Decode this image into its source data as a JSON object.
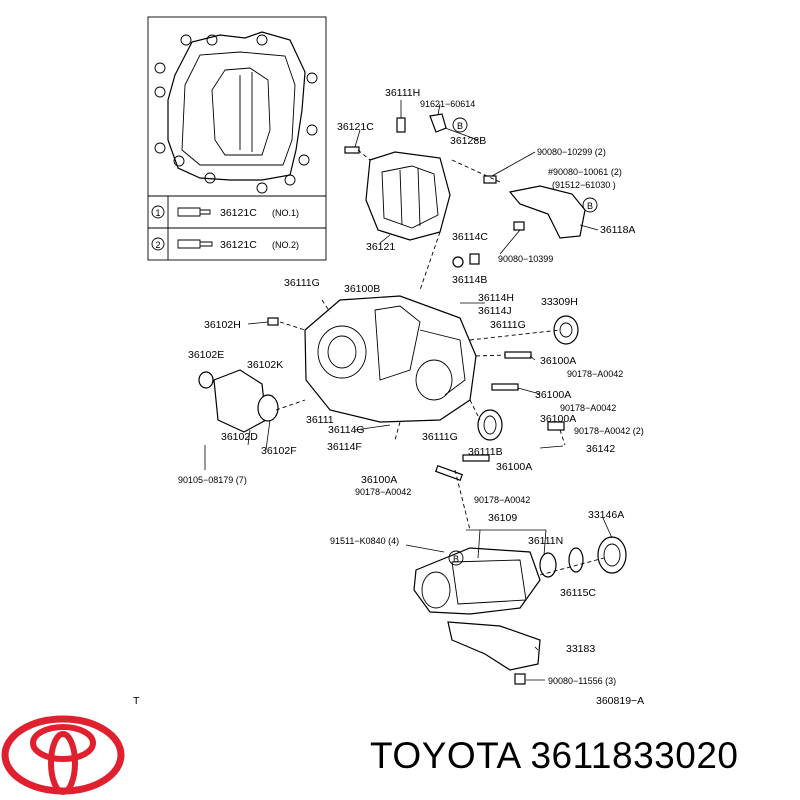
{
  "inset": {
    "legend": [
      {
        "mark": "1",
        "part": "36121C",
        "note": "(NO.1)"
      },
      {
        "mark": "2",
        "part": "36121C",
        "note": "(NO.2)"
      }
    ]
  },
  "labels": [
    {
      "id": "36111H",
      "text": "36111H"
    },
    {
      "id": "91621-60614",
      "text": "91621−60614"
    },
    {
      "id": "36121C",
      "text": "36121C"
    },
    {
      "id": "36128B",
      "text": "36128B"
    },
    {
      "id": "90080-10299",
      "text": "90080−10299 (2)"
    },
    {
      "id": "90080-10061",
      "text": "#90080−10061 (2)"
    },
    {
      "id": "91512-61030",
      "text": "(91512−61030 )"
    },
    {
      "id": "36118A",
      "text": "36118A"
    },
    {
      "id": "36121",
      "text": "36121"
    },
    {
      "id": "36114C",
      "text": "36114C"
    },
    {
      "id": "90080-10399",
      "text": "90080−10399"
    },
    {
      "id": "36114B",
      "text": "36114B"
    },
    {
      "id": "36111G-top",
      "text": "36111G"
    },
    {
      "id": "36100B",
      "text": "36100B"
    },
    {
      "id": "36114H",
      "text": "36114H"
    },
    {
      "id": "33309H",
      "text": "33309H"
    },
    {
      "id": "36114J",
      "text": "36114J"
    },
    {
      "id": "36111G-mid",
      "text": "36111G"
    },
    {
      "id": "36102H",
      "text": "36102H"
    },
    {
      "id": "36102E",
      "text": "36102E"
    },
    {
      "id": "36102K",
      "text": "36102K"
    },
    {
      "id": "36100A-1",
      "text": "36100A"
    },
    {
      "id": "90178-A0042-1",
      "text": "90178−A0042"
    },
    {
      "id": "36100A-2",
      "text": "36100A"
    },
    {
      "id": "90178-A0042-2",
      "text": "90178−A0042"
    },
    {
      "id": "36100A-3",
      "text": "36100A"
    },
    {
      "id": "90178-A0042-3",
      "text": "90178−A0042 (2)"
    },
    {
      "id": "36111",
      "text": "36111"
    },
    {
      "id": "36114G",
      "text": "36114G"
    },
    {
      "id": "36111G-low",
      "text": "36111G"
    },
    {
      "id": "36102D",
      "text": "36102D"
    },
    {
      "id": "36102F",
      "text": "36102F"
    },
    {
      "id": "36114F",
      "text": "36114F"
    },
    {
      "id": "36111B",
      "text": "36111B"
    },
    {
      "id": "36142",
      "text": "36142"
    },
    {
      "id": "90105-08179",
      "text": "90105−08179 (7)"
    },
    {
      "id": "36100A-4",
      "text": "36100A"
    },
    {
      "id": "36100A-5",
      "text": "36100A"
    },
    {
      "id": "90178-A0042-4",
      "text": "90178−A0042"
    },
    {
      "id": "90178-A0042-5",
      "text": "90178−A0042"
    },
    {
      "id": "36109",
      "text": "36109"
    },
    {
      "id": "33146A",
      "text": "33146A"
    },
    {
      "id": "91511-K0840",
      "text": "91511−K0840 (4)"
    },
    {
      "id": "36111N",
      "text": "36111N"
    },
    {
      "id": "36115C",
      "text": "36115C"
    },
    {
      "id": "33183",
      "text": "33183"
    },
    {
      "id": "90080-11556",
      "text": "90080−11556 (3)"
    },
    {
      "id": "T",
      "text": "T"
    },
    {
      "id": "ref",
      "text": "360819−A"
    }
  ],
  "callout_mark": "B",
  "footer": {
    "brand_text": "TOYOTA 3611833020",
    "logo_color": "#e0202e"
  }
}
